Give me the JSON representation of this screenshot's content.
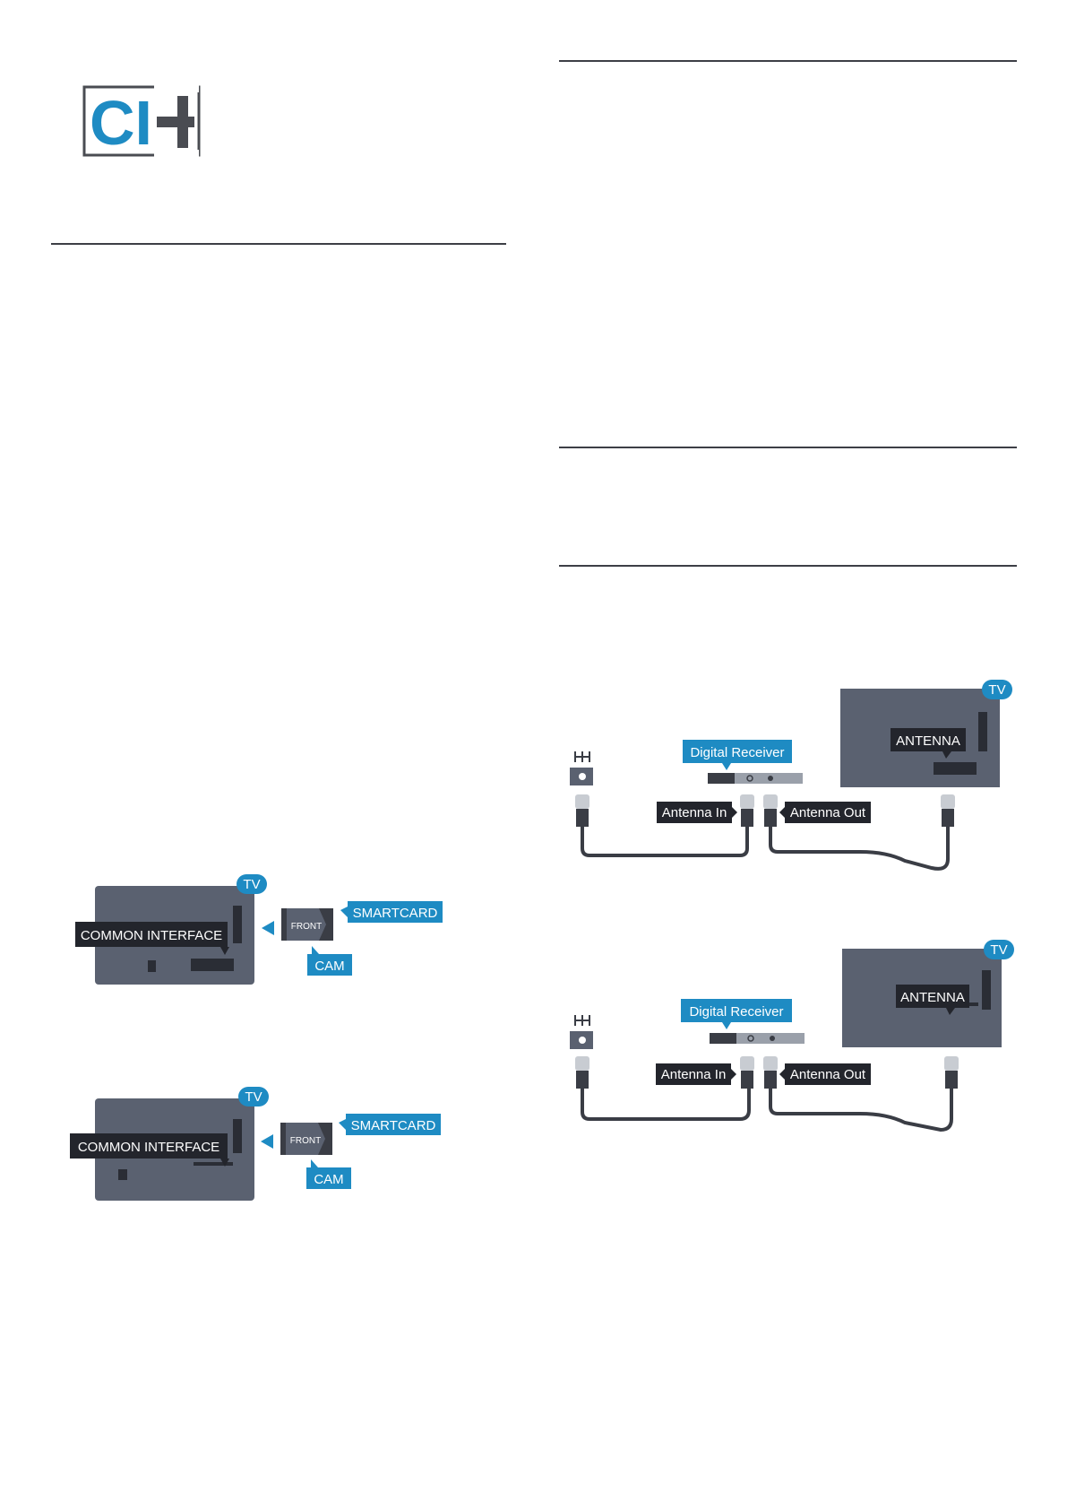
{
  "logo": {
    "text": "CI+",
    "letters": "CI",
    "plus": "+",
    "accent": "#1e8bc3",
    "frame": "#4a4c52"
  },
  "colors": {
    "tv_body": "#5a6170",
    "dark_label": "#23252c",
    "accent": "#1e8bc3",
    "cable": "#3a3d45",
    "connector": "#c8ccd2"
  },
  "cam_figures": [
    {
      "tv_badge": "TV",
      "interface_label": "COMMON INTERFACE",
      "module_label": "FRONT",
      "smartcard_label": "SMARTCARD",
      "cam_label": "CAM"
    },
    {
      "tv_badge": "TV",
      "interface_label": "COMMON INTERFACE",
      "module_label": "FRONT",
      "smartcard_label": "SMARTCARD",
      "cam_label": "CAM"
    }
  ],
  "antenna_figures": [
    {
      "tv_badge": "TV",
      "antenna_label": "ANTENNA",
      "receiver_label": "Digital Receiver",
      "antenna_in_label": "Antenna In",
      "antenna_out_label": "Antenna Out"
    },
    {
      "tv_badge": "TV",
      "antenna_label": "ANTENNA",
      "receiver_label": "Digital Receiver",
      "antenna_in_label": "Antenna In",
      "antenna_out_label": "Antenna Out"
    }
  ]
}
